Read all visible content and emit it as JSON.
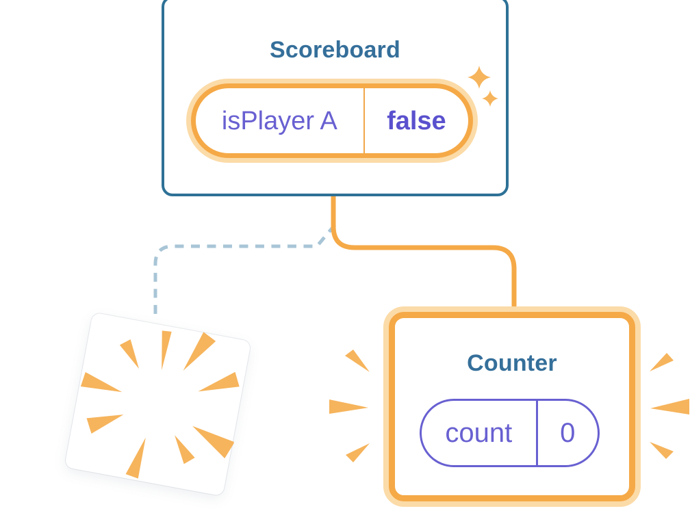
{
  "diagram": {
    "description": "React component tree state illustration",
    "scoreboard": {
      "title": "Scoreboard",
      "state_key": "isPlayer A",
      "state_value": "false"
    },
    "counter": {
      "title": "Counter",
      "state_key": "count",
      "state_value": "0"
    },
    "colors": {
      "card_border_teal": "#2e7196",
      "title_teal": "#356f9a",
      "state_ring_orange": "#f5a947",
      "state_ring_glow": "#fbdba8",
      "state_text_purple": "#6860d1",
      "state_value_purple": "#5a51ce",
      "connector_orange": "#f5a947",
      "connector_dashed_blue": "#a8c5d6",
      "burst_orange": "#f6b45c",
      "background": "#ffffff"
    }
  }
}
